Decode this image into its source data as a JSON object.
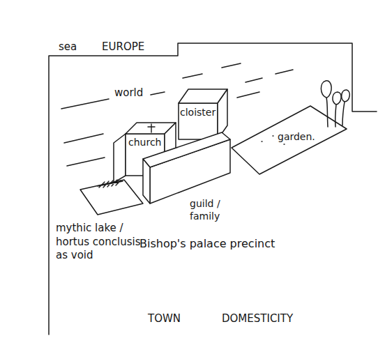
{
  "diagram": {
    "nodes": [
      {
        "text": [
          "church"
        ]
      },
      {
        "text": [
          "cloister"
        ]
      },
      {
        "text": [
          "guild / family"
        ]
      },
      {
        "text": [
          "garden."
        ]
      },
      {
        "text": [
          "mythic lake / hortus conclusis as void"
        ]
      }
    ],
    "labels": [
      "sea",
      "EUROPE",
      "world",
      "Bishop's palace precinct",
      "TOWN",
      "DOMESTICITY"
    ]
  }
}
